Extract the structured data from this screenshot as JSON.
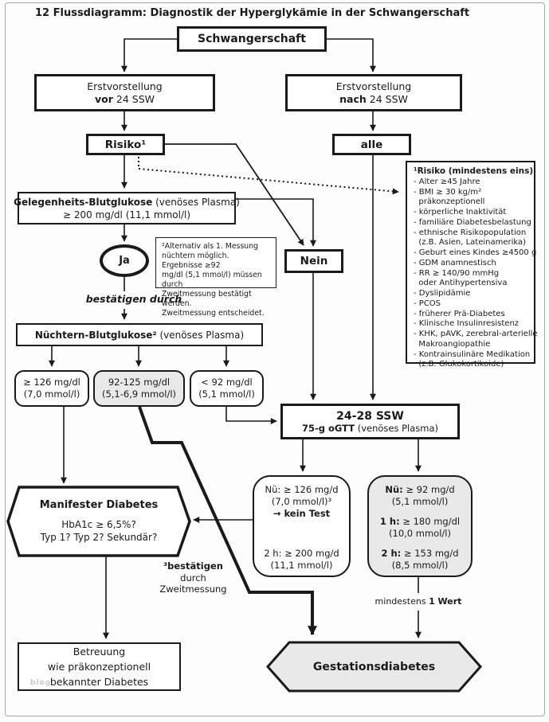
{
  "page": {
    "title": "12 Flussdiagramm: Diagnostik der Hyperglykämie in der Schwangerschaft",
    "watermark": "blog"
  },
  "colors": {
    "node_border": "#1a1a1a",
    "shaded_fill": "#e9e9e9",
    "frame": "#a8a8a8",
    "watermark": "#c8c8c8"
  },
  "nodes": {
    "schwangerschaft": {
      "label": "Schwangerschaft"
    },
    "erstvorstellung_vor": {
      "line1": "Erstvorstellung",
      "bold": "vor",
      "rest": " 24 SSW"
    },
    "erstvorstellung_nach": {
      "line1": "Erstvorstellung",
      "bold": "nach",
      "rest": " 24 SSW"
    },
    "risiko": {
      "label": "Risiko¹"
    },
    "alle": {
      "label": "alle"
    },
    "gelegenheits": {
      "bold": "Gelegenheits-Blutglukose",
      "rest": " (venöses Plasma)",
      "line2": "≥ 200 mg/dl (11,1 mmol/l)"
    },
    "ja": {
      "label": "Ja"
    },
    "nein": {
      "label": "Nein"
    },
    "bestaetigen_durch": {
      "label": "bestätigen durch"
    },
    "nuechtern": {
      "bold": "Nüchtern-Blutglukose²",
      "rest": " (venöses Plasma)"
    },
    "out_high": {
      "line1": "≥ 126 mg/dl",
      "line2": "(7,0 mmol/l)"
    },
    "out_mid": {
      "line1": "92-125 mg/dl",
      "line2": "(5,1-6,9 mmol/l)"
    },
    "out_low": {
      "line1": "< 92 mg/dl",
      "line2": "(5,1 mmol/l)"
    },
    "ogtt": {
      "line1": "24-28 SSW",
      "bold": "75-g oGTT",
      "rest": " (venöses Plasma)"
    },
    "manifester": {
      "title": "Manifester Diabetes",
      "line2": "HbA1c ≥ 6,5%?",
      "line3": "Typ 1? Typ 2? Sekundär?"
    },
    "ogtt_nuechtern": {
      "line1": "Nü: ≥ 126 mg/d",
      "line2": "(7,0 mmol/l)³",
      "line3": "→ kein Test",
      "line4": "2 h: ≥ 200 mg/d",
      "line5": "(11,1 mmol/l)"
    },
    "ogtt_gdm": {
      "l1b": "Nü:",
      "l1": " ≥ 92 mg/d",
      "l2": "(5,1 mmol/l)",
      "l3b": "1 h:",
      "l3": " ≥ 180 mg/dl",
      "l4": "(10,0 mmol/l)",
      "l5b": "2 h:",
      "l5": " ≥ 153 mg/d",
      "l6": "(8,5 mmol/l)"
    },
    "bestaetigen3": {
      "bold": "³bestätigen",
      "line2": "durch",
      "line3": "Zweitmessung"
    },
    "mindestens": {
      "pre": "mindestens ",
      "bold": "1 Wert"
    },
    "betreuung": {
      "line1": "Betreuung",
      "line2": "wie präkonzeptionell",
      "line3": "bekannter Diabetes"
    },
    "gestationsdiabetes": {
      "label": "Gestationsdiabetes"
    }
  },
  "note_box": {
    "lines": [
      "²Alternativ als 1. Messung",
      "nüchtern möglich. Ergebnisse ≥92",
      "mg/dl (5,1 mmol/l) müssen durch",
      "Zweitmessung bestätigt werden.",
      "Zweitmessung entscheidet."
    ]
  },
  "risk_box": {
    "title": "¹Risiko (mindestens eins)",
    "items": [
      "- Alter ≥45 Jahre",
      "- BMI ≥ 30 kg/m²",
      "  präkonzeptionell",
      "- körperliche Inaktivität",
      "- familiäre Diabetesbelastung",
      "- ethnische Risikopopulation",
      "  (z.B. Asien, Lateinamerika)",
      "- Geburt eines Kindes ≥4500 g",
      "- GDM anamnestisch",
      "- RR ≥ 140/90 mmHg",
      "  oder Antihypertensiva",
      "- Dyslipidämie",
      "- PCOS",
      "- früherer Prä-Diabetes",
      "- Klinische Insulinresistenz",
      "- KHK, pAVK, zerebral-arterielle",
      "  Makroangiopathie",
      "- Kontrainsulinäre Medikation",
      "  (z.B. Glukokortikoide)"
    ]
  }
}
